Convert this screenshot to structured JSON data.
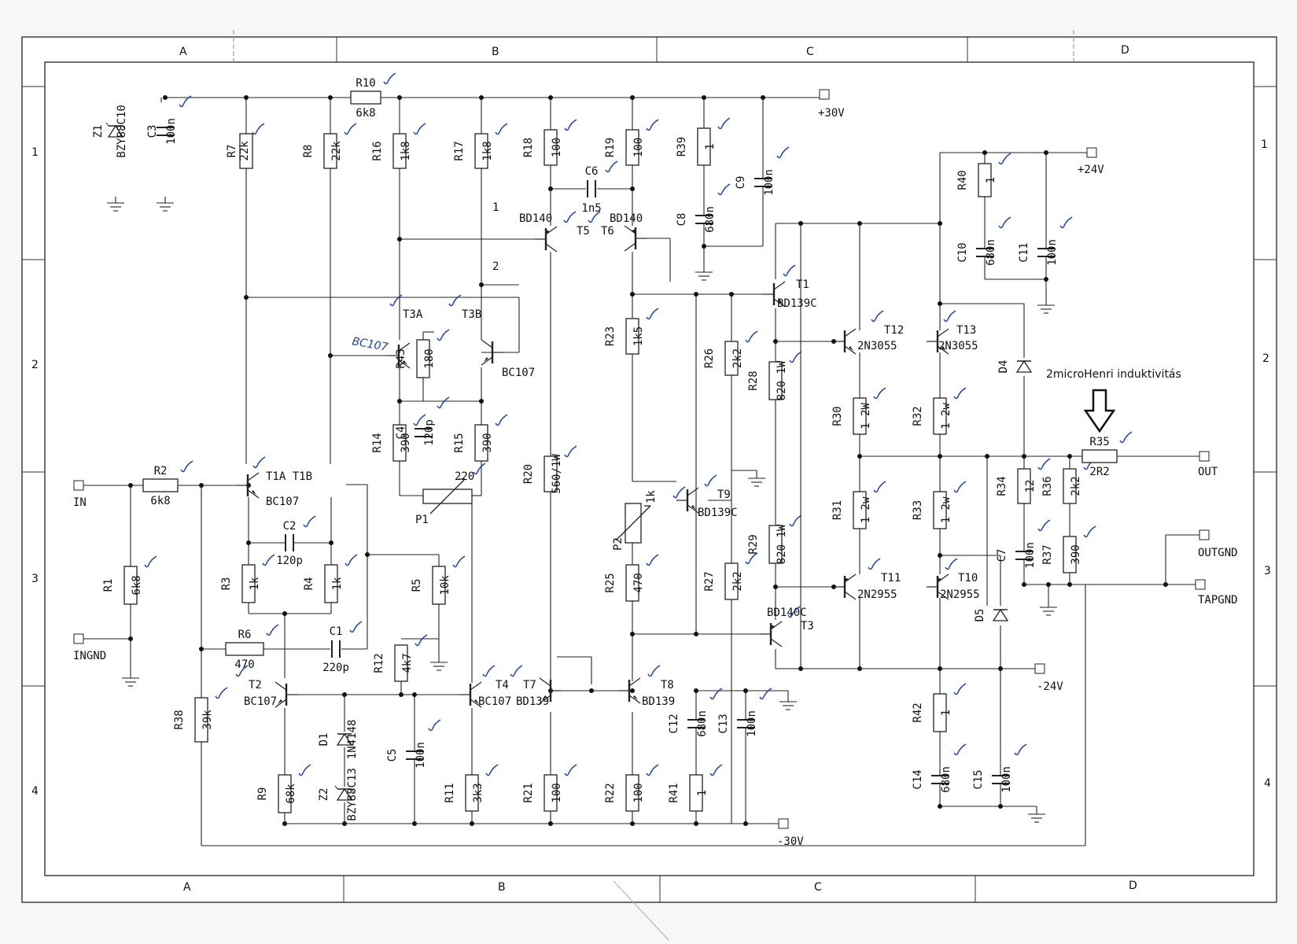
{
  "frame": {
    "cols": [
      "A",
      "B",
      "C",
      "D"
    ],
    "rows": [
      "1",
      "2",
      "3",
      "4"
    ]
  },
  "ports": {
    "vplus30": "+30V",
    "vplus24": "+24V",
    "vminus24": "-24V",
    "vminus30": "-30V",
    "in": "IN",
    "ingnd": "INGND",
    "out": "OUT",
    "outgnd": "OUTGND",
    "tapgnd": "TAPGND"
  },
  "note": {
    "text": "2microHenri induktivitás"
  },
  "handwritten": {
    "t3a_alt": "BC107"
  },
  "nets": {
    "n1": "1",
    "n2": "2"
  },
  "components": [
    {
      "ref": "R1",
      "value": "6k8"
    },
    {
      "ref": "R2",
      "value": "6k8"
    },
    {
      "ref": "R3",
      "value": "1k"
    },
    {
      "ref": "R4",
      "value": "1k"
    },
    {
      "ref": "R5",
      "value": "10k"
    },
    {
      "ref": "R6",
      "value": "470"
    },
    {
      "ref": "R7",
      "value": "22k"
    },
    {
      "ref": "R8",
      "value": "22k"
    },
    {
      "ref": "R9",
      "value": "68k"
    },
    {
      "ref": "R10",
      "value": "6k8"
    },
    {
      "ref": "R11",
      "value": "3k3"
    },
    {
      "ref": "R12",
      "value": "4k7"
    },
    {
      "ref": "R14",
      "value": "390"
    },
    {
      "ref": "R15",
      "value": "390"
    },
    {
      "ref": "R16",
      "value": "1k8"
    },
    {
      "ref": "R17",
      "value": "1k8"
    },
    {
      "ref": "R18",
      "value": "100"
    },
    {
      "ref": "R19",
      "value": "100"
    },
    {
      "ref": "R20",
      "value": "560/1W"
    },
    {
      "ref": "R21",
      "value": "100"
    },
    {
      "ref": "R22",
      "value": "100"
    },
    {
      "ref": "R23",
      "value": "1k5"
    },
    {
      "ref": "R25",
      "value": "470"
    },
    {
      "ref": "R26",
      "value": "2k2"
    },
    {
      "ref": "R27",
      "value": "2k2"
    },
    {
      "ref": "R28",
      "value": "820 1W"
    },
    {
      "ref": "R29",
      "value": "820 1W"
    },
    {
      "ref": "R30",
      "value": "1 2W"
    },
    {
      "ref": "R31",
      "value": "1 2w"
    },
    {
      "ref": "R32",
      "value": "1 2w"
    },
    {
      "ref": "R33",
      "value": "1 2w"
    },
    {
      "ref": "R34",
      "value": "12"
    },
    {
      "ref": "R35",
      "value": "2R2"
    },
    {
      "ref": "R36",
      "value": "2k2"
    },
    {
      "ref": "R37",
      "value": "390"
    },
    {
      "ref": "R38",
      "value": "39k"
    },
    {
      "ref": "R39",
      "value": "1"
    },
    {
      "ref": "R40",
      "value": "1"
    },
    {
      "ref": "R41",
      "value": "1"
    },
    {
      "ref": "R42",
      "value": "1"
    },
    {
      "ref": "R43",
      "value": "180"
    },
    {
      "ref": "C1",
      "value": "220p"
    },
    {
      "ref": "C2",
      "value": "120p"
    },
    {
      "ref": "C3",
      "value": "100n"
    },
    {
      "ref": "C4",
      "value": "120p"
    },
    {
      "ref": "C5",
      "value": "100n"
    },
    {
      "ref": "C6",
      "value": "1n5"
    },
    {
      "ref": "C7",
      "value": "100n"
    },
    {
      "ref": "C8",
      "value": "680n"
    },
    {
      "ref": "C9",
      "value": "100n"
    },
    {
      "ref": "C10",
      "value": "680n"
    },
    {
      "ref": "C11",
      "value": "100n"
    },
    {
      "ref": "C12",
      "value": "680n"
    },
    {
      "ref": "C13",
      "value": "100n"
    },
    {
      "ref": "C14",
      "value": "680n"
    },
    {
      "ref": "C15",
      "value": "100n"
    },
    {
      "ref": "P1",
      "value": "220"
    },
    {
      "ref": "P2",
      "value": "1k"
    },
    {
      "ref": "Z1",
      "value": "BZY88C10"
    },
    {
      "ref": "Z2",
      "value": "BZY88C13"
    },
    {
      "ref": "D1",
      "value": "1N4148"
    },
    {
      "ref": "D4",
      "value": ""
    },
    {
      "ref": "D5",
      "value": ""
    },
    {
      "ref": "T1A T1B",
      "value": "BC107"
    },
    {
      "ref": "T2",
      "value": "BC107"
    },
    {
      "ref": "T3A",
      "value": ""
    },
    {
      "ref": "T3B",
      "value": "BC107"
    },
    {
      "ref": "T4",
      "value": "BC107"
    },
    {
      "ref": "T5",
      "value": "BD140"
    },
    {
      "ref": "T6",
      "value": "BD140"
    },
    {
      "ref": "T7",
      "value": "BD139"
    },
    {
      "ref": "T8",
      "value": "BD139"
    },
    {
      "ref": "T9",
      "value": "BD139C"
    },
    {
      "ref": "T1",
      "value": "BD139C"
    },
    {
      "ref": "T3",
      "value": "BD140C"
    },
    {
      "ref": "T10",
      "value": "2N2955"
    },
    {
      "ref": "T11",
      "value": "2N2955"
    },
    {
      "ref": "T12",
      "value": "2N3055"
    },
    {
      "ref": "T13",
      "value": "2N3055"
    }
  ]
}
